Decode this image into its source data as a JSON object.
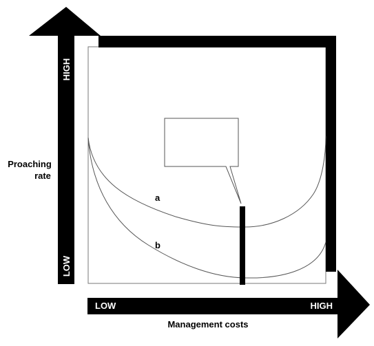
{
  "y_axis": {
    "high_label": "HIGH",
    "low_label": "LOW",
    "title_line1": "Proaching",
    "title_line2": "rate"
  },
  "x_axis": {
    "low_label": "LOW",
    "high_label": "HIGH",
    "title": "Management costs"
  },
  "curves": [
    {
      "label": "a"
    },
    {
      "label": "b"
    }
  ],
  "callout": {
    "text": ""
  },
  "colors": {
    "arrow_fill": "#000000",
    "curve_stroke": "#555555",
    "frame_stroke": "#777777",
    "background": "#ffffff"
  }
}
